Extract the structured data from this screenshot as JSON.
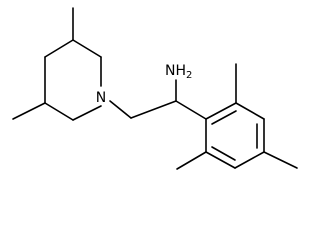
{
  "atoms": {
    "piperidine_nitrogen": "N",
    "amine_group": "NH",
    "amine_subscript": "2"
  }
}
